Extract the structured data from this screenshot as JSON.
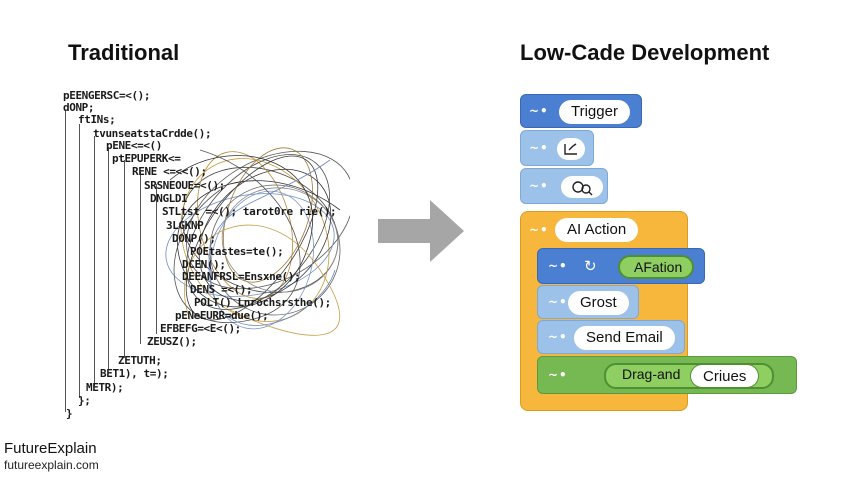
{
  "left": {
    "title": "Traditional",
    "code_lines": [
      "pEENGERSC=<();",
      "dONP;",
      "ftINs;",
      "tvunseatstaCrdde();",
      "pENE<=<()",
      "ptEPUPERK<=",
      "RENE <=<<();",
      "SRSNEOUE=<();",
      "DNGLDI",
      "STLtst =<(); tarot0re rie();",
      "3LGKNP",
      "DONP();",
      "POEtastes=te();",
      "DCEN();",
      "DEEANFRSL=Ensxne();",
      "DENS =<();",
      "POLT() Lnrochsrsthe();",
      "pENeEURR=due();",
      "EFBEFG=<E<();",
      "ZEUSZ();",
      "ZETUTH;",
      "BET1), t=);",
      "METR);",
      "};",
      "}"
    ]
  },
  "right": {
    "title": "Low-Cade Development",
    "blocks": {
      "trigger": "Trigger",
      "ai_action": "AI Action",
      "aflation": "AFation",
      "grost": "Grost",
      "send_email": "Send Email",
      "drag_and": "Drag-and",
      "criues": "Criues"
    },
    "dots_symbol": "~•"
  },
  "brand": {
    "name": "FutureExplain",
    "url": "futureexplain.com"
  },
  "colors": {
    "block_blue": "#4a7fd1",
    "block_lightblue": "#9cc2ea",
    "block_orange": "#f6b73c",
    "block_green": "#76b852",
    "arrow_gray": "#a6a6a6"
  }
}
